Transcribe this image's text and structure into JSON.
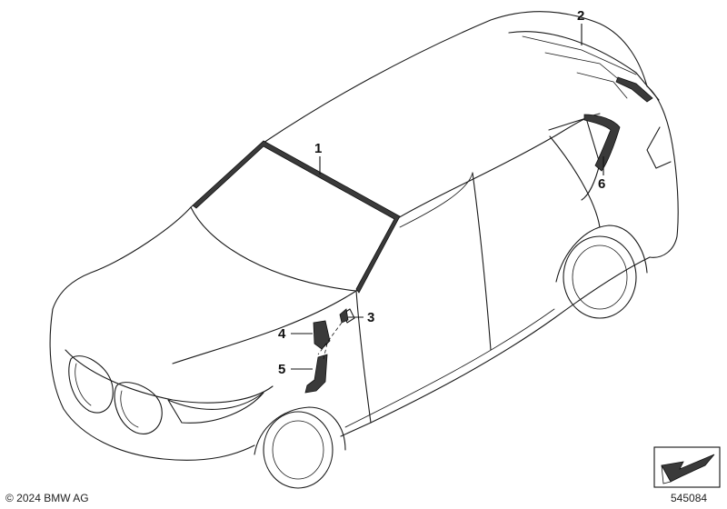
{
  "callouts": [
    {
      "id": "1",
      "label": "1"
    },
    {
      "id": "2",
      "label": "2"
    },
    {
      "id": "3",
      "label": "3"
    },
    {
      "id": "4",
      "label": "4"
    },
    {
      "id": "5",
      "label": "5"
    },
    {
      "id": "6",
      "label": "6"
    }
  ],
  "footer": {
    "copyright": "© 2024 BMW AG",
    "diagram_number": "545084"
  },
  "icons": {
    "corner_symbol": "arrow-pointer-icon"
  }
}
